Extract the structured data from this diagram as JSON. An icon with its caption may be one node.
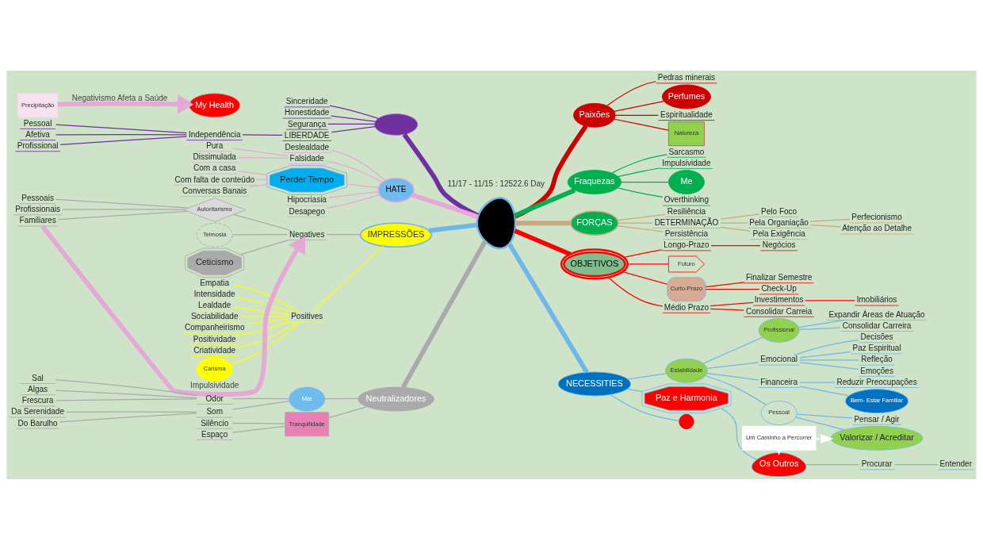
{
  "diagram": {
    "nodes": [
      {
        "text": [],
        "shape": "person"
      },
      {
        "text": [],
        "shape": "ellipse"
      },
      {
        "text": [
          "Honestidade"
        ]
      },
      {
        "text": [
          "Segurança"
        ]
      },
      {
        "text": [
          "LIBERDADE"
        ]
      },
      {
        "text": [
          "Independência"
        ]
      },
      {
        "text": [
          "Pessoal"
        ]
      },
      {
        "text": [
          "Afetiva"
        ]
      },
      {
        "text": [
          "Profissional"
        ]
      },
      {
        "text": [
          "Sinceridade"
        ]
      },
      {
        "text": [
          "HATE"
        ]
      },
      {
        "text": [
          "Hipocriasia"
        ]
      },
      {
        "text": [
          "Desapego"
        ]
      },
      {
        "text": [
          "Deslealdade"
        ]
      },
      {
        "text": [
          "Falsidade"
        ]
      },
      {
        "text": [
          "Pura"
        ]
      },
      {
        "text": [
          "Dissimulada"
        ]
      },
      {
        "text": [
          "Perder Tempo"
        ]
      },
      {
        "text": [
          "Com falta de conteúdo"
        ]
      },
      {
        "text": [
          "Conversas Banais"
        ]
      },
      {
        "text": [
          "Com a casa"
        ]
      },
      {
        "text": [
          "IMPRESSÕES"
        ]
      },
      {
        "text": [
          "Positives"
        ]
      },
      {
        "text": [
          "Sociabilidade"
        ]
      },
      {
        "text": [
          "Companheirismo"
        ]
      },
      {
        "text": [
          "Positividade"
        ]
      },
      {
        "text": [
          "Criatividade"
        ]
      },
      {
        "text": [
          "Carisma"
        ]
      },
      {
        "text": [
          "Empatia"
        ]
      },
      {
        "text": [
          "Intensidade"
        ]
      },
      {
        "text": [
          "Lealdade"
        ]
      },
      {
        "text": [
          "Negatives"
        ]
      },
      {
        "text": [
          "Teimosia"
        ]
      },
      {
        "text": [
          "Ceticismo"
        ]
      },
      {
        "text": [
          "Autoritarismo"
        ]
      },
      {
        "text": [
          "Pessoais"
        ]
      },
      {
        "text": [
          "Profissionais"
        ]
      },
      {
        "text": [
          "Familiares"
        ]
      },
      {
        "text": [
          "Precipitação"
        ]
      },
      {
        "text": [
          "My Health"
        ]
      },
      {
        "text": [
          "Neutralizadores"
        ]
      },
      {
        "text": [
          "Tranquilidade"
        ]
      },
      {
        "text": [
          "Silêncio"
        ]
      },
      {
        "text": [
          "Espaço"
        ]
      },
      {
        "text": [
          "Mar"
        ]
      },
      {
        "text": [
          "Odor"
        ]
      },
      {
        "text": [
          "Sal"
        ]
      },
      {
        "text": [
          "Algas"
        ]
      },
      {
        "text": [
          "Frescura"
        ]
      },
      {
        "text": [
          "Som"
        ]
      },
      {
        "text": [
          "Da Serenidade"
        ]
      },
      {
        "text": [
          "Do Barulho"
        ]
      },
      {
        "text": [
          "Paixões"
        ]
      },
      {
        "text": [
          "Espiritualidade"
        ]
      },
      {
        "text": [
          "Natureza"
        ]
      },
      {
        "text": [
          "Pedras minerais"
        ]
      },
      {
        "text": [
          "Perfumes"
        ]
      },
      {
        "text": [
          "Fraquezas"
        ]
      },
      {
        "text": [
          "Me"
        ]
      },
      {
        "text": [
          "Overthinking"
        ]
      },
      {
        "text": [
          "Sarcasmo"
        ]
      },
      {
        "text": [
          "Impulsividade"
        ]
      },
      {
        "text": [
          "FORÇAS"
        ]
      },
      {
        "text": [
          "Resiliência"
        ]
      },
      {
        "text": [
          "DETERMINAÇÃO"
        ]
      },
      {
        "text": [
          "Pela Organiação"
        ]
      },
      {
        "text": [
          "Atenção ao Detalhe"
        ]
      },
      {
        "text": [
          "Perfecionismo"
        ]
      },
      {
        "text": [
          "Pela Exigência"
        ]
      },
      {
        "text": [
          "Pelo Foco"
        ]
      },
      {
        "text": [
          "Persistência"
        ]
      },
      {
        "text": [
          "OBJETIVOS"
        ]
      },
      {
        "text": [
          "Curto-Prazo"
        ]
      },
      {
        "text": [
          "Finalizar Semestre"
        ]
      },
      {
        "text": [
          "Check-Up"
        ]
      },
      {
        "text": [
          "Médio Prazo"
        ]
      },
      {
        "text": [
          "Investimentos"
        ]
      },
      {
        "text": [
          "Imobiliários"
        ]
      },
      {
        "text": [
          "Consolidar Carreia"
        ]
      },
      {
        "text": [
          "Longo-Prazo"
        ]
      },
      {
        "text": [
          "Negócios"
        ]
      },
      {
        "text": [
          "Futuro"
        ]
      },
      {
        "text": [
          "NECESSITIES"
        ]
      },
      {
        "text": [
          "Estabilidade"
        ]
      },
      {
        "text": [
          "Emocional"
        ]
      },
      {
        "text": [
          "Paz Espiritual"
        ]
      },
      {
        "text": [
          "Refleção"
        ]
      },
      {
        "text": [
          "Emoções"
        ]
      },
      {
        "text": [
          "Decisões"
        ]
      },
      {
        "text": [
          "Financeira"
        ]
      },
      {
        "text": [
          "Bem- Estar Familiar"
        ]
      },
      {
        "text": [
          "Reduzir Preocupações"
        ]
      },
      {
        "text": [
          "Pessoal"
        ]
      },
      {
        "text": [
          "Pensar / Agir"
        ]
      },
      {
        "text": [
          "Valorizar / Acreditar"
        ]
      },
      {
        "text": [
          "Profissional"
        ]
      },
      {
        "text": [
          "Consolidar Carreira"
        ]
      },
      {
        "text": [
          "Expandir Áreas de Atuação"
        ]
      },
      {
        "text": [],
        "shape": "heart"
      },
      {
        "text": [
          "Paz e Harmonia"
        ]
      },
      {
        "text": [
          "Os Outros"
        ]
      },
      {
        "text": [
          "Procurar"
        ]
      },
      {
        "text": [
          "Entender"
        ]
      },
      {
        "text": [
          "Um Caminho a Percorrer"
        ]
      }
    ],
    "edges": [
      {
        "from": 0,
        "to": 1,
        "arrow": "none",
        "style": "thick",
        "color": "#7030a0"
      },
      {
        "from": 1,
        "to": 2,
        "arrow": "none",
        "color": "#7030a0"
      },
      {
        "from": 1,
        "to": 3,
        "arrow": "none",
        "color": "#7030a0"
      },
      {
        "from": 1,
        "to": 4,
        "arrow": "none",
        "color": "#7030a0"
      },
      {
        "from": 4,
        "to": 5,
        "arrow": "none",
        "color": "#7030a0"
      },
      {
        "from": 5,
        "to": 6,
        "arrow": "none",
        "color": "#7030a0"
      },
      {
        "from": 5,
        "to": 7,
        "arrow": "none",
        "color": "#7030a0"
      },
      {
        "from": 5,
        "to": 8,
        "arrow": "none",
        "color": "#7030a0"
      },
      {
        "from": 1,
        "to": 9,
        "arrow": "none",
        "color": "#7030a0"
      },
      {
        "from": 0,
        "to": 10,
        "arrow": "none",
        "style": "thick",
        "color": "#e6a8d7"
      },
      {
        "from": 10,
        "to": 11,
        "arrow": "none",
        "color": "#e6a8d7"
      },
      {
        "from": 10,
        "to": 12,
        "arrow": "none",
        "color": "#e6a8d7"
      },
      {
        "from": 10,
        "to": 13,
        "arrow": "none",
        "color": "#e6a8d7"
      },
      {
        "from": 10,
        "to": 14,
        "arrow": "none",
        "color": "#e6a8d7"
      },
      {
        "from": 14,
        "to": 15,
        "arrow": "none",
        "color": "#e6a8d7"
      },
      {
        "from": 14,
        "to": 16,
        "arrow": "none",
        "color": "#e6a8d7"
      },
      {
        "from": 10,
        "to": 17,
        "arrow": "none",
        "color": "#e6a8d7"
      },
      {
        "from": 17,
        "to": 18,
        "arrow": "none",
        "color": "#e6a8d7"
      },
      {
        "from": 17,
        "to": 19,
        "arrow": "none",
        "color": "#e6a8d7"
      },
      {
        "from": 17,
        "to": 20,
        "arrow": "none",
        "color": "#e6a8d7"
      },
      {
        "from": 0,
        "to": 21,
        "arrow": "none",
        "style": "thick"
      },
      {
        "from": 21,
        "to": 22,
        "arrow": "none",
        "color": "#ffff00"
      },
      {
        "from": 22,
        "to": 23,
        "arrow": "none",
        "color": "#ffff00"
      },
      {
        "from": 22,
        "to": 24,
        "arrow": "none",
        "color": "#ffff00"
      },
      {
        "from": 22,
        "to": 25,
        "arrow": "none",
        "color": "#ffff00"
      },
      {
        "from": 22,
        "to": 26,
        "arrow": "none",
        "color": "#ffff00"
      },
      {
        "from": 22,
        "to": 27,
        "arrow": "none",
        "color": "#ffff00"
      },
      {
        "from": 22,
        "to": 28,
        "arrow": "none",
        "color": "#ffff00"
      },
      {
        "from": 22,
        "to": 29,
        "arrow": "none",
        "color": "#ffff00"
      },
      {
        "from": 22,
        "to": 30,
        "arrow": "none",
        "color": "#ffff00"
      },
      {
        "from": 21,
        "to": 31,
        "arrow": "none",
        "color": "#aaaaaa"
      },
      {
        "from": 31,
        "to": 32,
        "arrow": "none",
        "color": "#aaaaaa"
      },
      {
        "from": 31,
        "to": 33,
        "arrow": "none",
        "color": "#aaaaaa"
      },
      {
        "from": 31,
        "to": 34,
        "arrow": "none",
        "color": "#aaaaaa"
      },
      {
        "from": 34,
        "to": 35,
        "arrow": "none",
        "color": "#aaaaaa"
      },
      {
        "from": 34,
        "to": 36,
        "arrow": "none",
        "color": "#aaaaaa"
      },
      {
        "from": 34,
        "to": 37,
        "arrow": "none",
        "color": "#aaaaaa"
      },
      {
        "from": 37,
        "to": 31,
        "label": "Impulsividade",
        "arrow": "to",
        "style": "thick",
        "color": "#e6a8d7"
      },
      {
        "from": 38,
        "to": 39,
        "label": "Negativismo Afeta a Saúde",
        "arrow": "to",
        "style": "thick",
        "color": "#e6a8d7"
      },
      {
        "from": 0,
        "to": 40,
        "arrow": "none",
        "style": "thick",
        "color": "#aaaaaa"
      },
      {
        "from": 40,
        "to": 41,
        "arrow": "none",
        "color": "#aaaaaa"
      },
      {
        "from": 41,
        "to": 42,
        "arrow": "none",
        "color": "#aaaaaa"
      },
      {
        "from": 41,
        "to": 43,
        "arrow": "none",
        "color": "#aaaaaa"
      },
      {
        "from": 40,
        "to": 44,
        "arrow": "none",
        "color": "#aaaaaa"
      },
      {
        "from": 44,
        "to": 45,
        "arrow": "none",
        "color": "#aaaaaa"
      },
      {
        "from": 45,
        "to": 46,
        "arrow": "none",
        "color": "#aaaaaa"
      },
      {
        "from": 45,
        "to": 47,
        "arrow": "none",
        "color": "#aaaaaa"
      },
      {
        "from": 45,
        "to": 48,
        "arrow": "none",
        "color": "#aaaaaa"
      },
      {
        "from": 44,
        "to": 49,
        "arrow": "none",
        "color": "#aaaaaa"
      },
      {
        "from": 49,
        "to": 50,
        "arrow": "none",
        "color": "#aaaaaa"
      },
      {
        "from": 49,
        "to": 51,
        "arrow": "none",
        "color": "#aaaaaa"
      },
      {
        "from": 0,
        "to": 52,
        "arrow": "none",
        "style": "thick",
        "color": "#cc0000"
      },
      {
        "from": 52,
        "to": 53,
        "arrow": "none",
        "color": "#cc0000"
      },
      {
        "from": 52,
        "to": 54,
        "arrow": "none",
        "color": "#cc0000"
      },
      {
        "from": 52,
        "to": 55,
        "arrow": "none",
        "color": "#cc0000"
      },
      {
        "from": 52,
        "to": 56,
        "arrow": "none",
        "color": "#cc0000"
      },
      {
        "from": 0,
        "to": 57,
        "arrow": "none",
        "style": "thick",
        "color": "#00b050"
      },
      {
        "from": 57,
        "to": 58,
        "arrow": "none",
        "color": "#00b050"
      },
      {
        "from": 57,
        "to": 59,
        "arrow": "none",
        "color": "#00b050"
      },
      {
        "from": 57,
        "to": 60,
        "arrow": "none",
        "color": "#00b050"
      },
      {
        "from": 57,
        "to": 61,
        "arrow": "none",
        "color": "#00b050"
      },
      {
        "from": 0,
        "to": 62,
        "arrow": "none",
        "style": "thick",
        "color": "#c8a882"
      },
      {
        "from": 62,
        "to": 63,
        "arrow": "none",
        "color": "#c8a882"
      },
      {
        "from": 62,
        "to": 64,
        "arrow": "none",
        "color": "#c8a882"
      },
      {
        "from": 64,
        "to": 65,
        "arrow": "none",
        "color": "#c8a882"
      },
      {
        "from": 65,
        "to": 66,
        "arrow": "none",
        "color": "#c8a882"
      },
      {
        "from": 65,
        "to": 67,
        "arrow": "none",
        "color": "#c8a882"
      },
      {
        "from": 64,
        "to": 68,
        "arrow": "none",
        "color": "#c8a882"
      },
      {
        "from": 64,
        "to": 69,
        "arrow": "none",
        "color": "#c8a882"
      },
      {
        "from": 62,
        "to": 70,
        "arrow": "none",
        "color": "#c8a882"
      },
      {
        "from": 0,
        "to": 71,
        "arrow": "none",
        "style": "thick",
        "color": "#ff0000"
      },
      {
        "from": 71,
        "to": 72,
        "arrow": "none",
        "color": "#ff0000"
      },
      {
        "from": 72,
        "to": 73,
        "arrow": "none",
        "color": "#ff0000"
      },
      {
        "from": 72,
        "to": 74,
        "arrow": "none",
        "color": "#ff0000"
      },
      {
        "from": 71,
        "to": 75,
        "arrow": "none",
        "color": "#ff0000"
      },
      {
        "from": 75,
        "to": 76,
        "arrow": "none",
        "color": "#ff0000"
      },
      {
        "from": 76,
        "to": 77,
        "arrow": "none",
        "color": "#ff0000"
      },
      {
        "from": 75,
        "to": 78,
        "arrow": "none",
        "color": "#ff0000"
      },
      {
        "from": 71,
        "to": 79,
        "arrow": "none",
        "color": "#ff0000"
      },
      {
        "from": 79,
        "to": 80,
        "arrow": "none",
        "color": "#ff0000"
      },
      {
        "from": 71,
        "to": 81,
        "arrow": "none",
        "color": "#ff0000"
      },
      {
        "from": 0,
        "to": 82,
        "arrow": "none",
        "style": "thick"
      },
      {
        "from": 82,
        "to": 83,
        "arrow": "none"
      },
      {
        "from": 83,
        "to": 84,
        "arrow": "none"
      },
      {
        "from": 84,
        "to": 85,
        "arrow": "none"
      },
      {
        "from": 84,
        "to": 86,
        "arrow": "none"
      },
      {
        "from": 84,
        "to": 87,
        "arrow": "none"
      },
      {
        "from": 84,
        "to": 88,
        "arrow": "none"
      },
      {
        "from": 83,
        "to": 89,
        "arrow": "none"
      },
      {
        "from": 89,
        "to": 90,
        "arrow": "none"
      },
      {
        "from": 89,
        "to": 91,
        "arrow": "none"
      },
      {
        "from": 83,
        "to": 92,
        "arrow": "none"
      },
      {
        "from": 92,
        "to": 93,
        "arrow": "none"
      },
      {
        "from": 92,
        "to": 94,
        "arrow": "none"
      },
      {
        "from": 83,
        "to": 95,
        "arrow": "none"
      },
      {
        "from": 95,
        "to": 96,
        "arrow": "none"
      },
      {
        "from": 95,
        "to": 97,
        "arrow": "none"
      },
      {
        "from": 82,
        "to": 98,
        "arrow": "none"
      },
      {
        "from": 82,
        "to": 99,
        "arrow": "none"
      },
      {
        "from": 99,
        "to": 100,
        "arrow": "none"
      },
      {
        "from": 100,
        "to": 101,
        "arrow": "none"
      },
      {
        "from": 101,
        "to": 102,
        "arrow": "none"
      },
      {
        "from": 103,
        "to": 94,
        "arrow": "to",
        "style": "dashed",
        "color": "#ffffff"
      },
      {
        "from": 103,
        "to": 100,
        "arrow": "to",
        "style": "dashed",
        "color": "#ffffff"
      }
    ],
    "labels": [
      "11/17 - 11/15 : 12522.6 Day"
    ]
  }
}
